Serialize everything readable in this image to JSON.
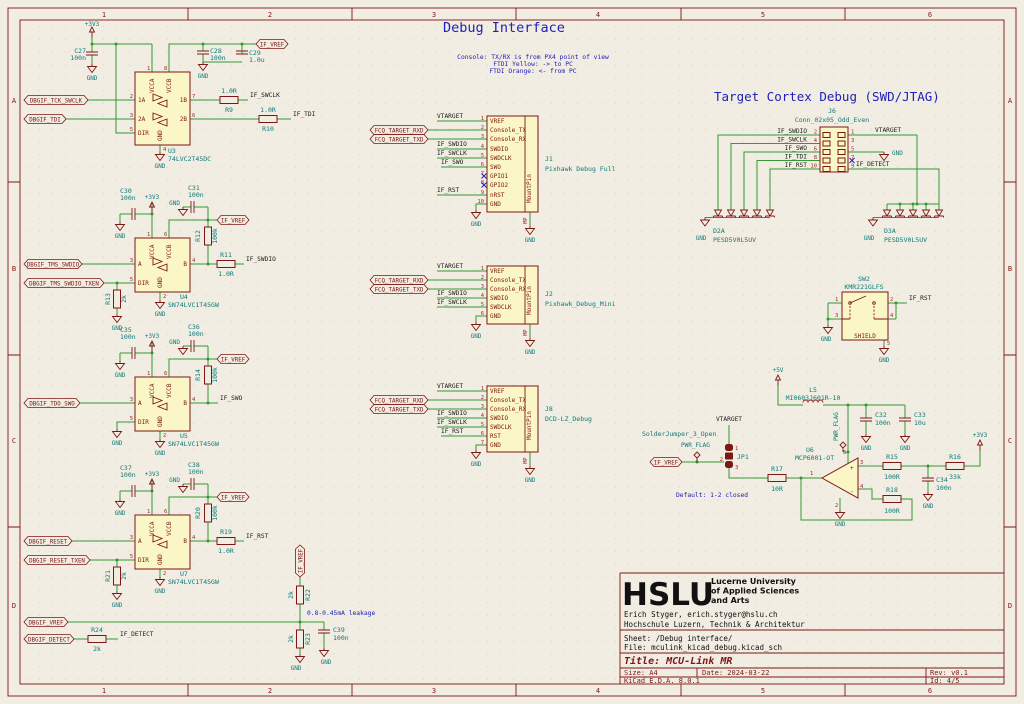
{
  "colors": {
    "background": "#f1ede2",
    "wire": "#339933",
    "symbol_outline": "#7d1715",
    "symbol_fill": "#fbf6c5",
    "reference_text": "#0c7a7a",
    "net_label": "#1a1a1a",
    "pin_number": "#9e2b25",
    "note_blue": "#2020b8",
    "sheet_frame": "#7d1715"
  },
  "border": {
    "cols": [
      "1",
      "2",
      "3",
      "4",
      "5",
      "6"
    ],
    "rows": [
      "A",
      "B",
      "C",
      "D"
    ]
  },
  "header": {
    "title": "Debug Interface",
    "notes": [
      "Console: TX/RX is from PX4 point of view",
      "FTDI Yellow: -> to PC",
      "FTDI Orange: <- from PC"
    ],
    "section2": "Target Cortex Debug (SWD/JTAG)"
  },
  "common": {
    "gnd": "GND",
    "p3v3": "+3V3",
    "p5v": "+5V",
    "vtarget": "VTARGET",
    "if_vref": "IF_VREF",
    "mountpin": "MountPin",
    "mp": "MP",
    "lvc1t45": "SN74LVC1T45GW",
    "pesd": "PESD5V0L5UV",
    "fcq_rxd": "FCQ_TARGET_RXD",
    "fcq_txd": "FCQ_TARGET_TXD",
    "if_swdio": "IF_SWDIO",
    "if_swclk": "IF_SWCLK",
    "if_swo": "IF_SWO",
    "if_rst": "IF_RST",
    "if_tdi": "IF_TDI",
    "if_detect": "IF_DETECT"
  },
  "u3": {
    "ref": "U3",
    "value": "74LVC2T45DC",
    "c27": {
      "ref": "C27",
      "value": "100n"
    },
    "c28": {
      "ref": "C28",
      "value": "100n"
    },
    "c29": {
      "ref": "C29",
      "value": "1.0u"
    },
    "r9": {
      "ref": "R9",
      "value": "1.0R"
    },
    "r10": {
      "ref": "R10",
      "value": "1.0R"
    },
    "in_clk": "DBGIF_TCK_SWCLK",
    "in_tdi": "DBGIF_TDI",
    "pin_names": {
      "vcca": "VCCA",
      "vccb": "VCCB",
      "a1": "1A",
      "a2": "2A",
      "b1": "1B",
      "b2": "2B",
      "dir": "DIR",
      "gnd": "GND"
    },
    "pin_nums": {
      "vcca": "1",
      "vccb": "8",
      "a1": "2",
      "a2": "3",
      "b1": "7",
      "b2": "6",
      "dir": "5",
      "gnd": "4"
    }
  },
  "shifter_pins": {
    "vcca": "VCCA",
    "vccb": "VCCB",
    "a": "A",
    "b": "B",
    "dir": "DIR",
    "gnd": "GND",
    "n_vcca": "1",
    "n_vccb": "6",
    "n_a": "3",
    "n_b": "4",
    "n_dir": "5",
    "n_gnd": "2"
  },
  "u4": {
    "ref": "U4",
    "c_a": {
      "ref": "C30",
      "value": "100n"
    },
    "c_b": {
      "ref": "C31",
      "value": "100n"
    },
    "r_pull": {
      "ref": "R12",
      "value": "100k"
    },
    "r_ser": {
      "ref": "R11",
      "value": "1.0R"
    },
    "r_dir": {
      "ref": "R13",
      "value": "2k"
    },
    "in_a": "DBGIF_TMS_SWDIO",
    "in_dir": "DBGIF_TMS_SWDIO_TXEN"
  },
  "u5": {
    "ref": "U5",
    "c_a": {
      "ref": "C35",
      "value": "100n"
    },
    "c_b": {
      "ref": "C36",
      "value": "100n"
    },
    "r_pull": {
      "ref": "R14",
      "value": "100k"
    },
    "in_a": "DBGIF_TDO_SWO"
  },
  "u7": {
    "ref": "U7",
    "c_a": {
      "ref": "C37",
      "value": "100n"
    },
    "c_b": {
      "ref": "C38",
      "value": "100n"
    },
    "r_pull": {
      "ref": "R20",
      "value": "100k"
    },
    "r_ser": {
      "ref": "R19",
      "value": "1.0R"
    },
    "r_dir": {
      "ref": "R21",
      "value": "2k"
    },
    "in_a": "DBGIF_RESET",
    "in_dir": "DBGIF_RESET_TXEN"
  },
  "vref_net": {
    "label": "DBGIF_VREF",
    "detect_label": "DBGIF_DETECT",
    "r22": {
      "ref": "R22",
      "value": "2k"
    },
    "r23": {
      "ref": "R23",
      "value": "2k"
    },
    "r24": {
      "ref": "R24",
      "value": "2k"
    },
    "c39": {
      "ref": "C39",
      "value": "100n"
    },
    "leakage_note": "0.8-0.45mA leakage"
  },
  "j1": {
    "ref": "J1",
    "value": "Pixhawk Debug Full",
    "pin_names": [
      "VREF",
      "Console_TX",
      "Console_RX",
      "SWDIO",
      "SWDCLK",
      "SWO",
      "GPIO1",
      "GPIO2",
      "nRST",
      "GND"
    ],
    "pin_nums": [
      "1",
      "2",
      "3",
      "4",
      "5",
      "6",
      "7",
      "8",
      "9",
      "10"
    ]
  },
  "j2": {
    "ref": "J2",
    "value": "Pixhawk_Debug_Mini",
    "pin_names": [
      "VREF",
      "Console_TX",
      "Console_RX",
      "SWDIO",
      "SWDCLK",
      "GND"
    ],
    "pin_nums": [
      "1",
      "2",
      "3",
      "4",
      "5",
      "6"
    ]
  },
  "j8": {
    "ref": "J8",
    "value": "DCD-LZ_Debug",
    "pin_names": [
      "VREF",
      "Console_TX",
      "Console_RX",
      "SWDIO",
      "SWDCLK",
      "RST",
      "GND"
    ],
    "pin_nums": [
      "1",
      "2",
      "3",
      "4",
      "5",
      "6",
      "7"
    ]
  },
  "j6": {
    "ref": "J6",
    "value": "Conn_02x05_Odd_Even",
    "left_nums": [
      "2",
      "4",
      "6",
      "8",
      "10"
    ],
    "right_nums": [
      "1",
      "3",
      "5",
      "7",
      "9"
    ],
    "d2": {
      "ref": "D2A",
      "value": "PESD5V0L5UV"
    },
    "d3": {
      "ref": "D3A",
      "value": "PESD5V0L5UV"
    }
  },
  "sw2": {
    "ref": "SW2",
    "value": "KMR221GLFS",
    "shield": "SHIELD",
    "nums": [
      "1",
      "2",
      "3",
      "4",
      "5"
    ]
  },
  "pwr": {
    "l5": {
      "ref": "L5",
      "value": "MI0603J601R-10"
    },
    "c32": {
      "ref": "C32",
      "value": "100n"
    },
    "c33": {
      "ref": "C33",
      "value": "10u"
    },
    "c34": {
      "ref": "C34",
      "value": "100n"
    },
    "r15": {
      "ref": "R15",
      "value": "100R"
    },
    "r16": {
      "ref": "R16",
      "value": "33k"
    },
    "r17": {
      "ref": "R17",
      "value": "10R"
    },
    "r18": {
      "ref": "R18",
      "value": "100R"
    },
    "u6": {
      "ref": "U6",
      "value": "MCP6001-OT"
    },
    "jp1": {
      "ref": "JP1",
      "value": "SolderJumper_3_Open",
      "nums": [
        "1",
        "2",
        "3"
      ]
    },
    "pwr_flag": "PWR_FLAG",
    "default_note": "Default: 1-2 closed",
    "opamp": {
      "plus": "+",
      "minus": "-",
      "n1": "1",
      "n2": "2",
      "n3": "3",
      "n4": "4",
      "n5": "5"
    }
  },
  "title_block": {
    "logo": "HSLU",
    "logo_lines": [
      "Lucerne University",
      "of Applied Sciences",
      "and Arts"
    ],
    "author": "Erich Styger, erich.styger@hslu.ch",
    "org": "Hochschule Luzern, Technik & Architektur",
    "sheet": "Sheet: /Debug interface/",
    "file": "File: mculink_kicad_debug.kicad_sch",
    "title": "Title: MCU-Link MR",
    "size": "Size: A4",
    "date": "Date: 2024-03-22",
    "rev": "Rev: v0.1",
    "tool": "KiCad E.D.A. 8.0.1",
    "id": "Id: 4/5"
  }
}
